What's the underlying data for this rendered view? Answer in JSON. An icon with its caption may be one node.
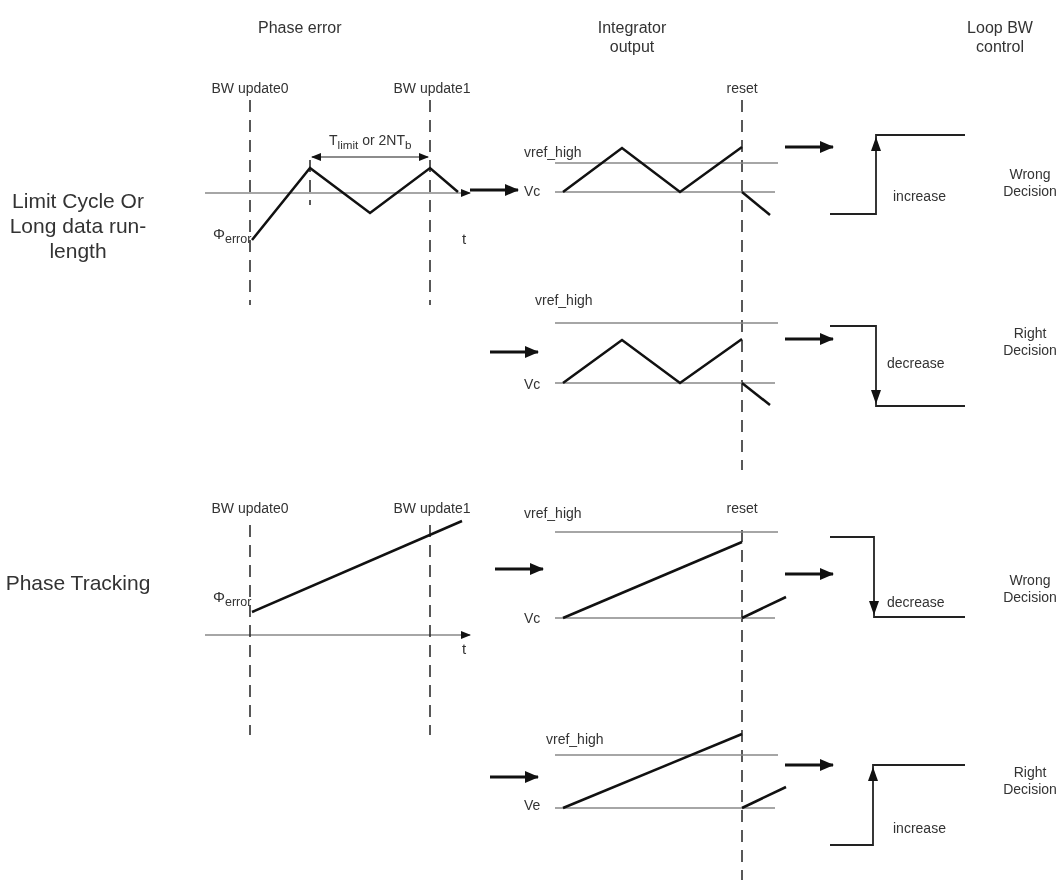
{
  "diagram": {
    "labels": [
      "Phase error",
      "Integrator output",
      "Loop BW control",
      "BW update0",
      "BW update1",
      "reset",
      "T$_{limit}$ or 2NT$_{b}$",
      "vref_high",
      "Wrong Decision",
      "Limit Cycle Or Long data run-length",
      "Φ$_{error}$",
      "t",
      "Vc",
      "increase",
      "vref_high",
      "Right Decision",
      "Vc",
      "decrease",
      "BW update0",
      "BW update1",
      "vref_high",
      "reset",
      "Phase Tracking",
      "Φ$_{error}$",
      "Wrong Decision",
      "decrease",
      "t",
      "Vc",
      "vref_high",
      "Right Decision",
      "Ve",
      "increase"
    ]
  }
}
